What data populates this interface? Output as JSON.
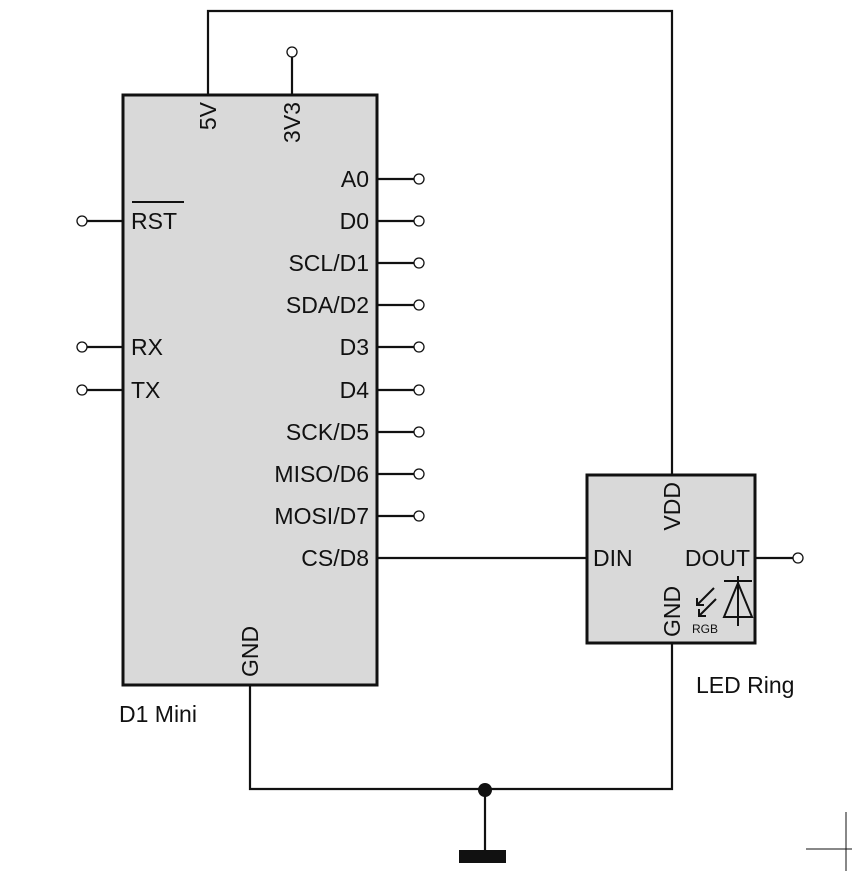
{
  "d1_mini": {
    "name": "D1 Mini",
    "pins": {
      "v5": "5V",
      "v3v3": "3V3",
      "rst": "RST",
      "rx": "RX",
      "tx": "TX",
      "a0": "A0",
      "d0": "D0",
      "d1": "SCL/D1",
      "d2": "SDA/D2",
      "d3": "D3",
      "d4": "D4",
      "d5": "SCK/D5",
      "d6": "MISO/D6",
      "d7": "MOSI/D7",
      "d8": "CS/D8",
      "gnd": "GND"
    }
  },
  "led_ring": {
    "name": "LED Ring",
    "pins": {
      "vdd": "VDD",
      "din": "DIN",
      "dout": "DOUT",
      "gnd": "GND"
    },
    "symbol_text": "RGB"
  },
  "colors": {
    "component_fill": "#d9d9d9",
    "line": "#111111",
    "background": "#ffffff"
  }
}
